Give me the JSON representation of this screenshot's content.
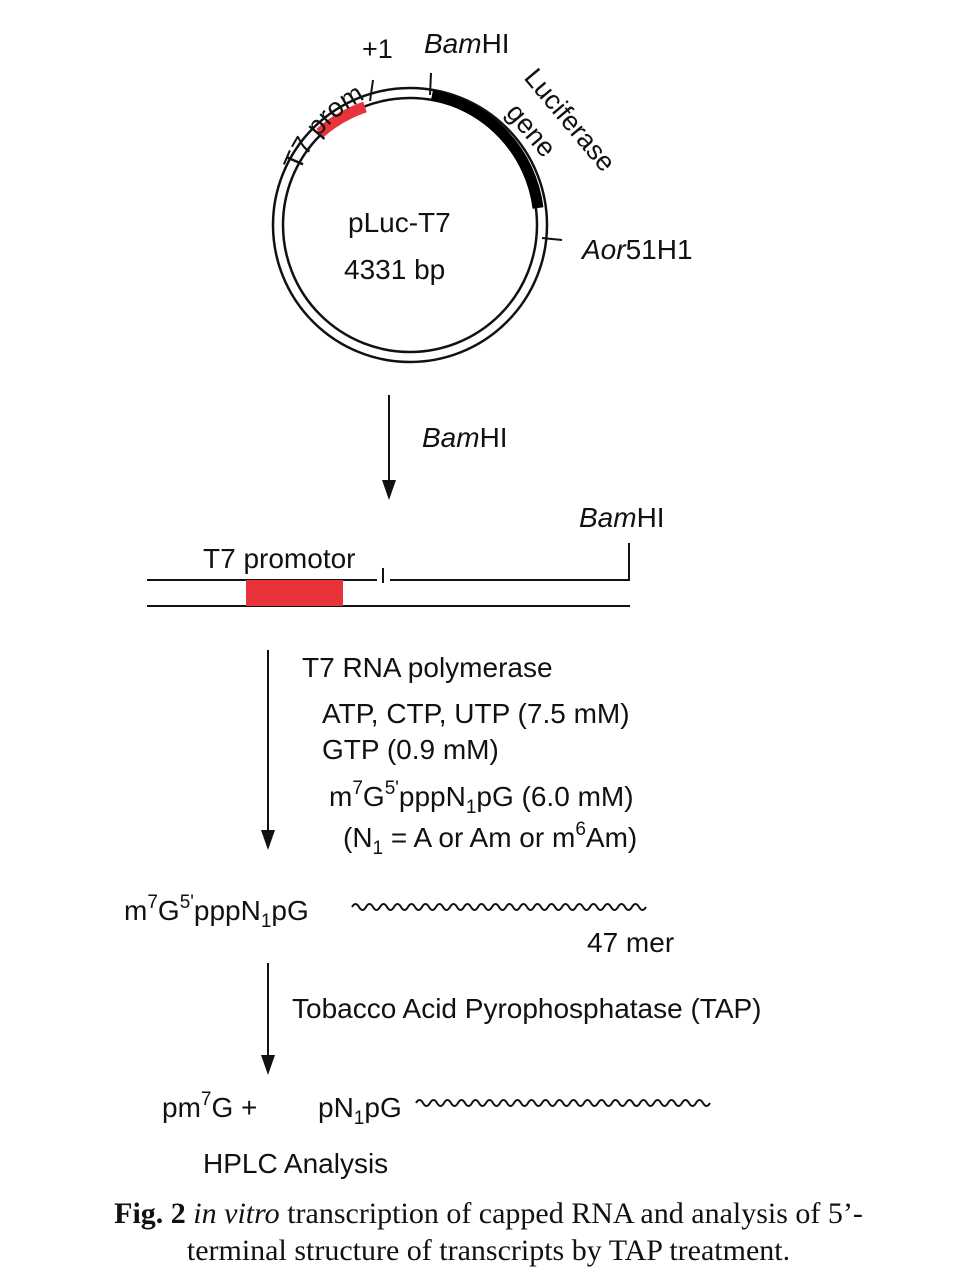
{
  "colors": {
    "promoter": "#e8333a",
    "gene": "#000000",
    "line": "#111111"
  },
  "plasmid": {
    "name": "pLuc-T7",
    "size": "4331 bp",
    "label_promoter": "T7 promotor",
    "label_plus1": "+1",
    "label_bamhi_enzyme": "Bam",
    "label_bamhi_suffix": "HI",
    "label_gene_line1": "Luciferase",
    "label_gene_line2": "gene",
    "label_aor_enzyme": "Aor",
    "label_aor_suffix": "51H1"
  },
  "step1": {
    "enzyme": "Bam",
    "suffix": "HI"
  },
  "linear": {
    "promoter_label": "T7 promotor",
    "bamhi_enzyme": "Bam",
    "bamhi_suffix": "HI"
  },
  "step2": {
    "line1": "T7 RNA polymerase",
    "line2": "ATP, CTP, UTP (7.5 mM)",
    "line3": "GTP (0.9 mM)",
    "line4": {
      "a": "m",
      "sup1": "7",
      "b": "G",
      "sup2": "5'",
      "c": "pppN",
      "sub1": "1",
      "d": "pG (6.0 mM)"
    },
    "line5": {
      "a": "(N",
      "sub1": "1",
      "b": " = A or Am or m",
      "sup1": "6",
      "c": "Am)"
    }
  },
  "product": {
    "a": "m",
    "sup1": "7",
    "b": "G",
    "sup2": "5'",
    "c": "pppN",
    "sub1": "1",
    "d": "pG",
    "length": "47 mer"
  },
  "step3": {
    "label": "Tobacco Acid Pyrophosphatase (TAP)"
  },
  "final": {
    "a": "pm",
    "sup1": "7",
    "b": "G +",
    "c": "pN",
    "sub1": "1",
    "d": "pG",
    "analysis": "HPLC Analysis"
  },
  "caption": {
    "fig": "Fig. 2",
    "italic": "in vitro",
    "rest1": " transcription of capped RNA and analysis of 5’-",
    "line2": "terminal structure of transcripts by TAP treatment."
  }
}
